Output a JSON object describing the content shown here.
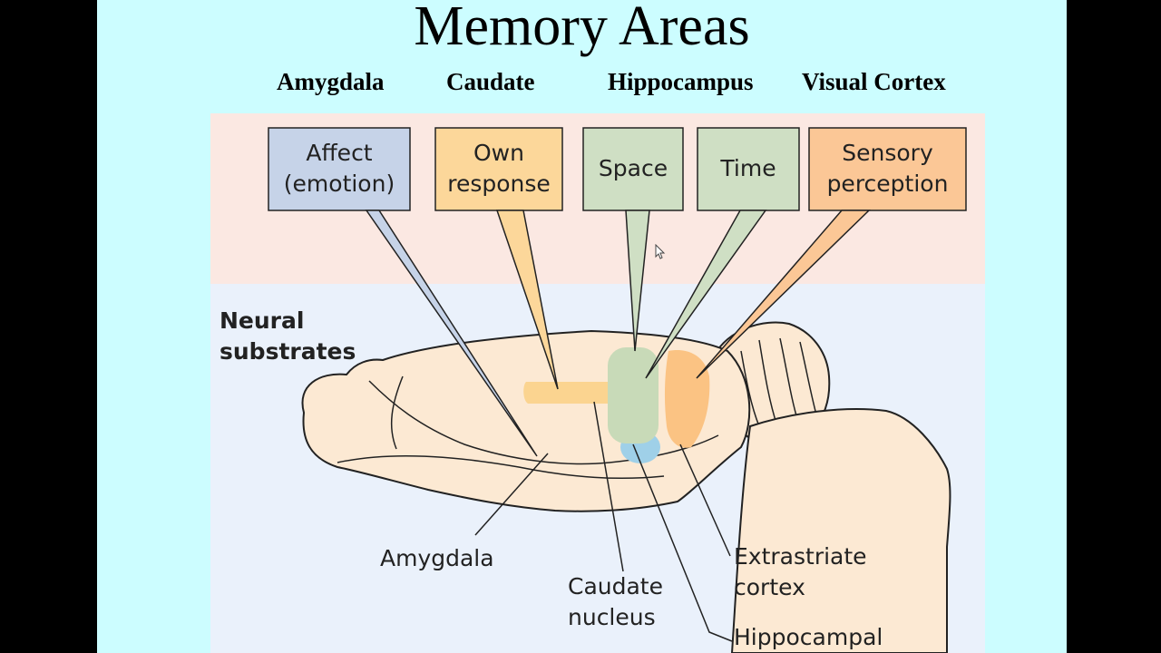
{
  "slide": {
    "title": "Memory Areas",
    "column_labels": [
      "Amygdala",
      "Caudate",
      "Hippocampus",
      "Visual Cortex"
    ]
  },
  "figure": {
    "callouts": [
      {
        "line1": "Affect",
        "line2": "(emotion)",
        "color": "#c6d3e8"
      },
      {
        "line1": "Own",
        "line2": "response",
        "color": "#fcd79a"
      },
      {
        "line1": "Space",
        "color": "#cfdfc4"
      },
      {
        "line1": "Time",
        "color": "#cfdfc4"
      },
      {
        "line1": "Sensory",
        "line2": "perception",
        "color": "#fbc796"
      }
    ],
    "neural": {
      "line1": "Neural",
      "line2": "substrates"
    },
    "labels": {
      "amygdala": "Amygdala",
      "caudate_1": "Caudate",
      "caudate_2": "nucleus",
      "extrastriate_1": "Extrastriate",
      "extrastriate_2": "cortex",
      "hippocampal": "Hippocampal"
    },
    "colors": {
      "top_band": "#fbe8e2",
      "bottom_band": "#eaf1fb",
      "brain_fill": "#fce9d3",
      "amygdala": "#9fd0e8",
      "caudate": "#fbd38c",
      "hippocampus": "#c8dab8",
      "visual_cortex": "#fbc383"
    }
  }
}
